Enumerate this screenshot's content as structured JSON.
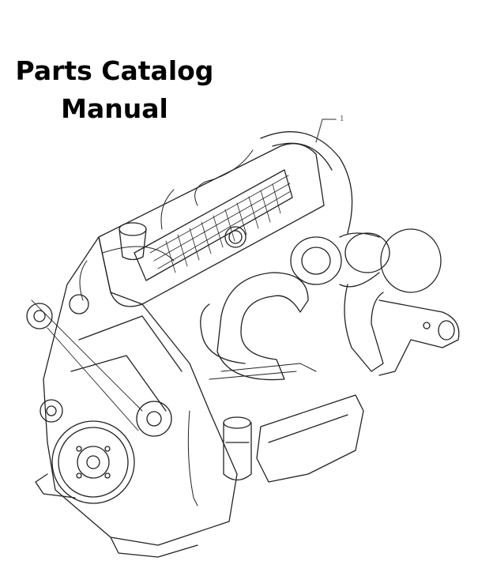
{
  "cover": {
    "title_line1": "Parts Catalog",
    "title_line2": "Manual"
  },
  "illustration": {
    "callout_label": "1"
  }
}
